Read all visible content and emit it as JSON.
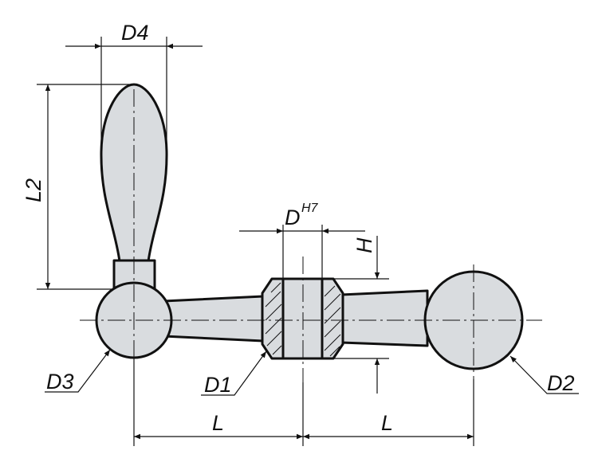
{
  "labels": {
    "d4": "D4",
    "l2": "L2",
    "d": "D",
    "d_tolerance": "H7",
    "h": "H",
    "d1": "D1",
    "d2": "D2",
    "d3": "D3",
    "l_left": "L",
    "l_right": "L"
  },
  "colors": {
    "part_fill": "#d9dcdf",
    "outline": "#111111"
  }
}
